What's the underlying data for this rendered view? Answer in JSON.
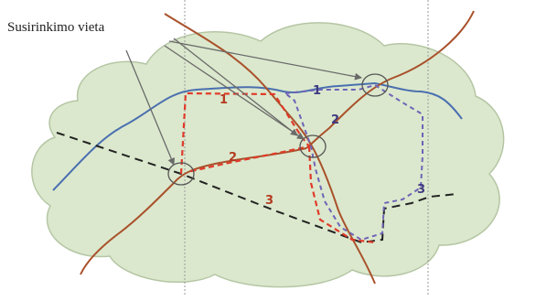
{
  "meeting_point_label": "Susirinkimo vieta",
  "route_numbers": {
    "red_upper": "1",
    "red_middle": "2",
    "red_lower": "3",
    "blue_upper": "1",
    "blue_middle": "2",
    "blue_right": "3"
  },
  "colors": {
    "cloud_fill": "#dbe8cd",
    "cloud_stroke": "#b5c6a4",
    "river": "#4a6fb0",
    "road": "#a9512b",
    "red_route": "#e03a2a",
    "blue_route": "#6f63b8",
    "black_route": "#222222",
    "arrows": "#6a6a6a",
    "grid_lines": "#9a9a9a",
    "circle": "#555555"
  }
}
